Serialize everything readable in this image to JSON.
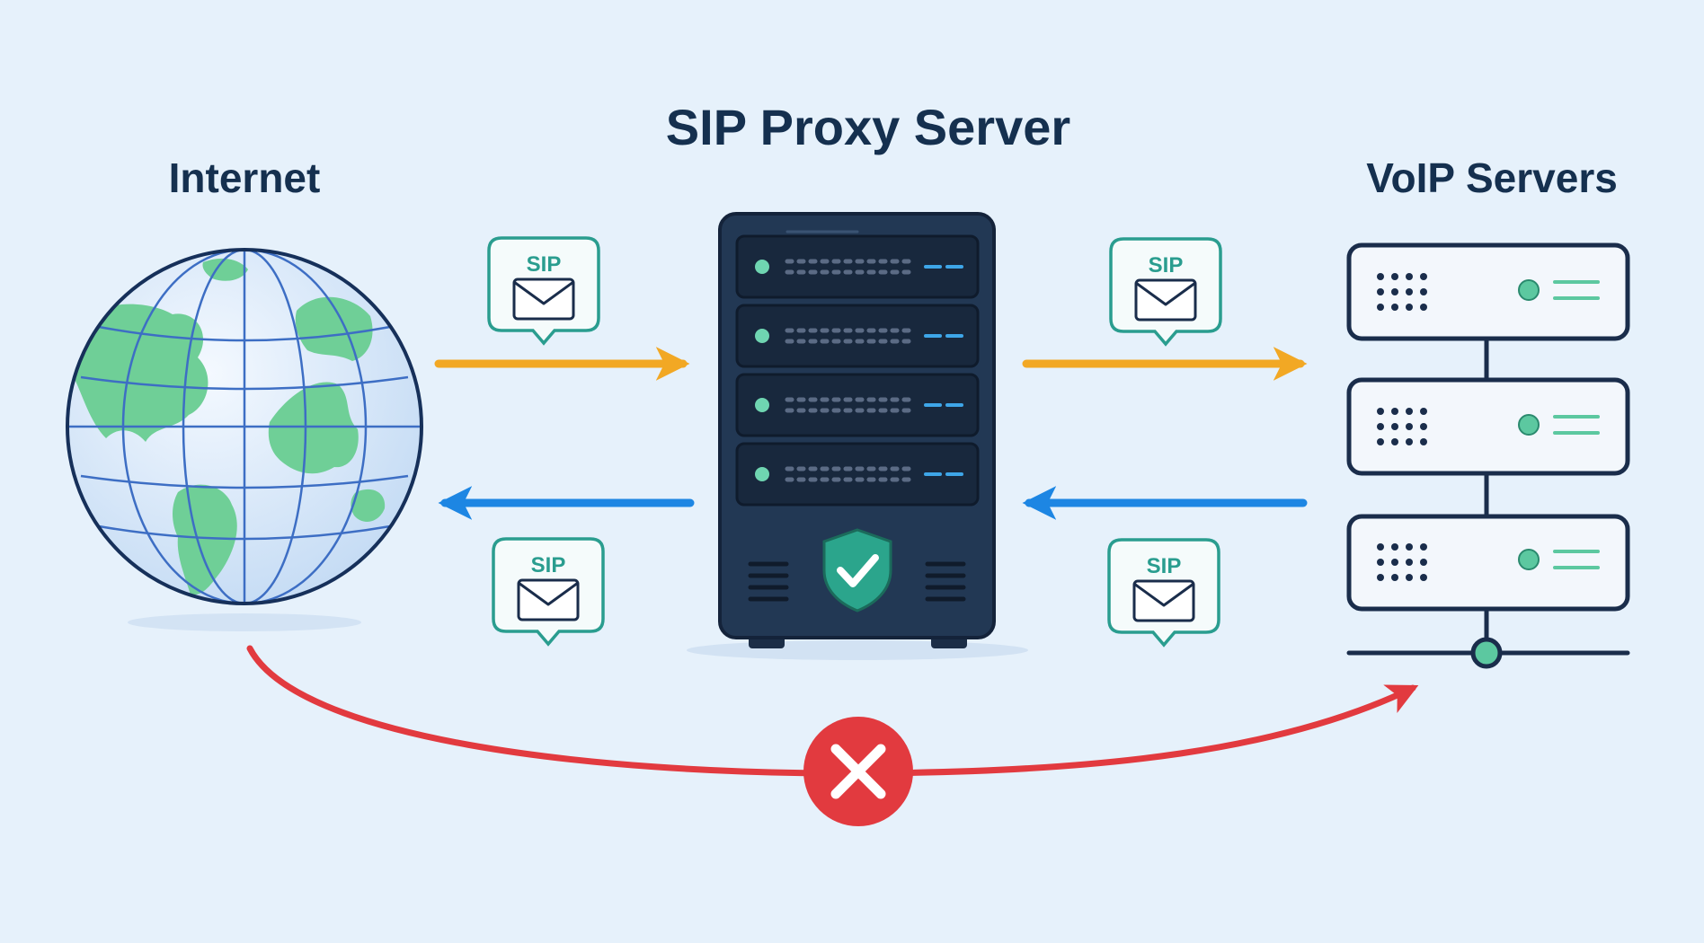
{
  "labels": {
    "title": "SIP Proxy Server",
    "left": "Internet",
    "right": "VoIP Servers"
  },
  "badges": {
    "top_left": "SIP",
    "bottom_left": "SIP",
    "top_right": "SIP",
    "bottom_right": "SIP"
  },
  "colors": {
    "background": "#e6f1fb",
    "heading": "#15304f",
    "navy": "#1a2d4b",
    "teal": "#2a9d8f",
    "accent_green": "#5cc8a0",
    "outbound_arrow": "#f2a824",
    "inbound_arrow": "#1d86e3",
    "blocked": "#e23a3f",
    "land": "#6fcf97"
  }
}
